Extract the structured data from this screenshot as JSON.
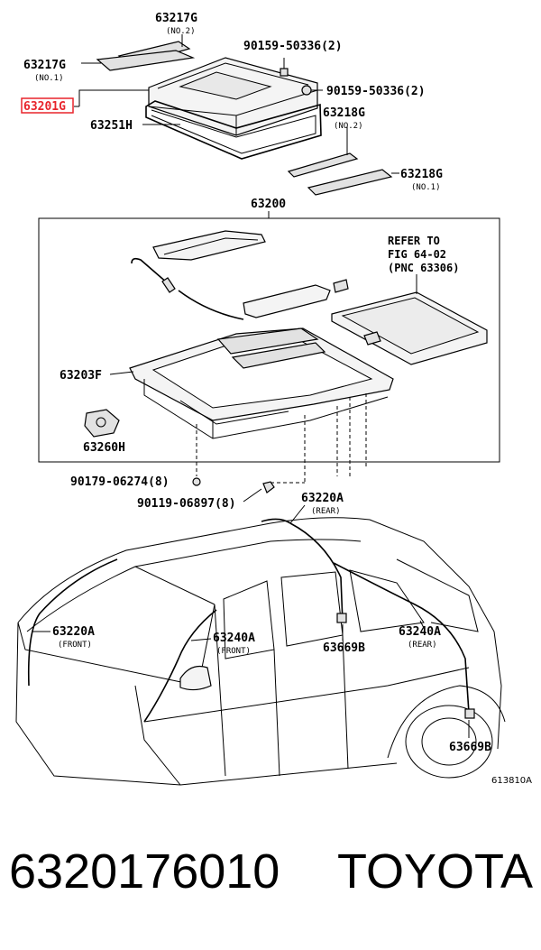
{
  "labels": {
    "p63217g_no2": "63217G",
    "p63217g_no2_sub": "(NO.2)",
    "p63217g_no1": "63217G",
    "p63217g_no1_sub": "(NO.1)",
    "p63201g": "63201G",
    "p63251h": "63251H",
    "p90159_top": "90159-50336(2)",
    "p90159_mid": "90159-50336(2)",
    "p63218g_no2": "63218G",
    "p63218g_no2_sub": "(NO.2)",
    "p63218g_no1": "63218G",
    "p63218g_no1_sub": "(NO.1)",
    "p63200": "63200",
    "refer_line1": "REFER TO",
    "refer_line2": "FIG 64-02",
    "refer_line3": "(PNC 63306)",
    "p63203f": "63203F",
    "p63260h": "63260H",
    "p90179": "90179-06274(8)",
    "p90119": "90119-06897(8)",
    "p63220a_rear": "63220A",
    "p63220a_rear_sub": "(REAR)",
    "p63220a_front": "63220A",
    "p63220a_front_sub": "(FRONT)",
    "p63240a_front": "63240A",
    "p63240a_front_sub": "(FRONT)",
    "p63669b_mid": "63669B",
    "p63240a_rear": "63240A",
    "p63240a_rear_sub": "(REAR)",
    "p63669b_rear": "63669B",
    "figure_code": "613810A"
  },
  "footer": {
    "part_number": "6320176010",
    "brand": "TOYOTA"
  },
  "highlight_color": "#e8242b"
}
